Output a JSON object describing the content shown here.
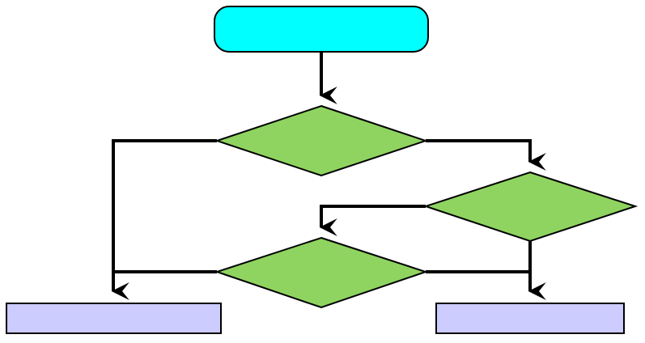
{
  "diagram": {
    "colors": {
      "start": "#00ffff",
      "decision": "#8fd460",
      "process": "#ccccff",
      "stroke": "#000000",
      "connector": "#000000"
    },
    "nodes": {
      "start": {
        "shape": "rounded-rectangle",
        "label": ""
      },
      "decision_top": {
        "shape": "diamond",
        "label": ""
      },
      "decision_right": {
        "shape": "diamond",
        "label": ""
      },
      "decision_bottom": {
        "shape": "diamond",
        "label": ""
      },
      "process_left": {
        "shape": "rectangle",
        "label": ""
      },
      "process_right": {
        "shape": "rectangle",
        "label": ""
      }
    },
    "edges": [
      {
        "from": "start",
        "to": "decision_top",
        "arrow": "filled"
      },
      {
        "from": "decision_top",
        "to": "process_left",
        "arrow": "filled"
      },
      {
        "from": "decision_top",
        "to": "decision_right",
        "arrow": "filled"
      },
      {
        "from": "decision_right",
        "to": "decision_bottom",
        "arrow": "filled"
      },
      {
        "from": "decision_right",
        "to": "process_right",
        "arrow": "filled"
      },
      {
        "from": "decision_bottom",
        "to": "process_left",
        "arrow": "none"
      },
      {
        "from": "decision_bottom",
        "to": "process_right",
        "arrow": "none"
      }
    ]
  }
}
